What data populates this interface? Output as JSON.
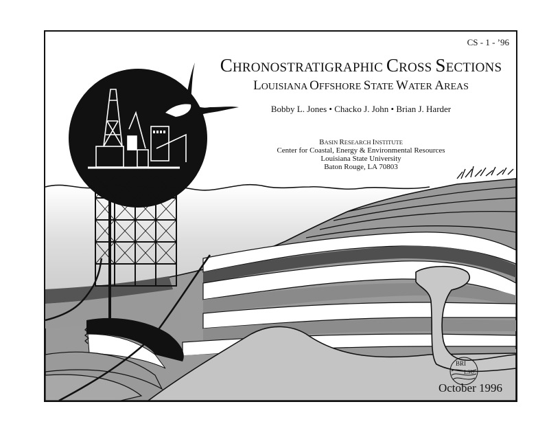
{
  "document": {
    "code": "CS - 1 - ’96",
    "title": {
      "line1_parts": [
        "C",
        "HRONOSTRATIGRAPHIC ",
        "C",
        "ROSS ",
        "S",
        "ECTIONS"
      ],
      "full": "Chronostratigraphic Cross Sections"
    },
    "subtitle": {
      "parts": [
        "L",
        "OUISIANA ",
        "O",
        "FFSHORE ",
        "S",
        "TATE ",
        "W",
        "ATER ",
        "A",
        "REAS"
      ],
      "full": "Louisiana Offshore State Water Areas"
    },
    "authors": [
      "Bobby L. Jones",
      "Chacko J. John",
      "Brian J. Harder"
    ],
    "author_separator": "•",
    "institution": {
      "name_parts": [
        "B",
        "ASIN ",
        "R",
        "ESEARCH ",
        "I",
        "NSTITUTE"
      ],
      "name": "Basin Research Institute",
      "center": "Center for Coastal, Energy & Environmental Resources",
      "university": "Louisiana State University",
      "address": "Baton Rouge, LA 70803"
    },
    "date": "October 1996",
    "logo": {
      "top": "BRI",
      "bottom": "LSU"
    }
  },
  "illustration": {
    "elements": [
      "sun-disc",
      "offshore-oil-platform",
      "pelican",
      "sea-surface",
      "stratigraphic-layers",
      "fault-lines",
      "salt-dome",
      "marsh-grass",
      "well-bore"
    ],
    "colors": {
      "black": "#111111",
      "dark_gray": "#555555",
      "mid_gray": "#8a8a8a",
      "light_gray": "#b5b5b5",
      "pale_gray": "#cfcfcf",
      "white": "#ffffff"
    }
  }
}
